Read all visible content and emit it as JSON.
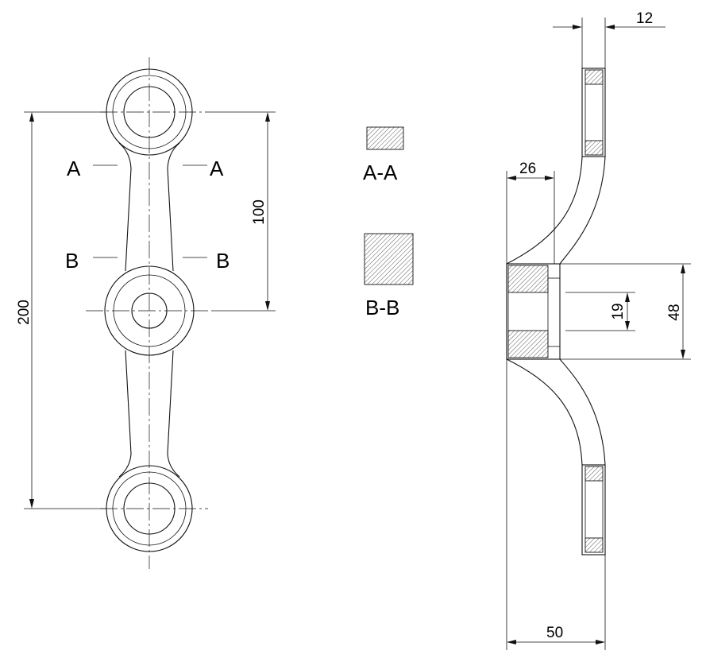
{
  "section_labels": {
    "a_left": "A",
    "a_right": "A",
    "b_left": "B",
    "b_right": "B",
    "aa_caption": "A-A",
    "bb_caption": "B-B"
  },
  "dimensions": {
    "overall_length": "200",
    "center_spacing": "100",
    "top_width": "12",
    "offset": "26",
    "hub_height": "48",
    "hub_bore": "19",
    "overall_width": "50"
  }
}
